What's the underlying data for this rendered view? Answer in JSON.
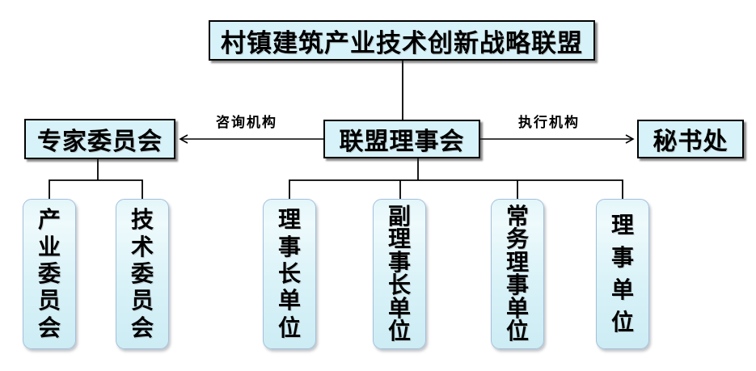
{
  "diagram": {
    "title_node": {
      "label": "村镇建筑产业技术创新战略联盟"
    },
    "council_node": {
      "label": "联盟理事会"
    },
    "expert_node": {
      "label": "专家委员会"
    },
    "secretariat_node": {
      "label": "秘书处"
    },
    "edges": {
      "advisory_label": "咨询机构",
      "executive_label": "执行机构"
    },
    "expert_children": [
      {
        "label": "产业委员会"
      },
      {
        "label": "技术委员会"
      }
    ],
    "council_children": [
      {
        "label": "理事长单位"
      },
      {
        "label": "副理事长单位"
      },
      {
        "label": "常务理事单位"
      },
      {
        "label": "理事单位"
      }
    ],
    "colors": {
      "rect_box_fill": "#d7f2f8",
      "rect_box_border": "#000000",
      "rounded_box_border": "#a3c0dc",
      "rounded_box_fill_top": "#eefafc",
      "rounded_box_fill_bottom": "#cdecf4",
      "connector_line": "#000000",
      "text": "#000000",
      "background": "#ffffff"
    }
  }
}
